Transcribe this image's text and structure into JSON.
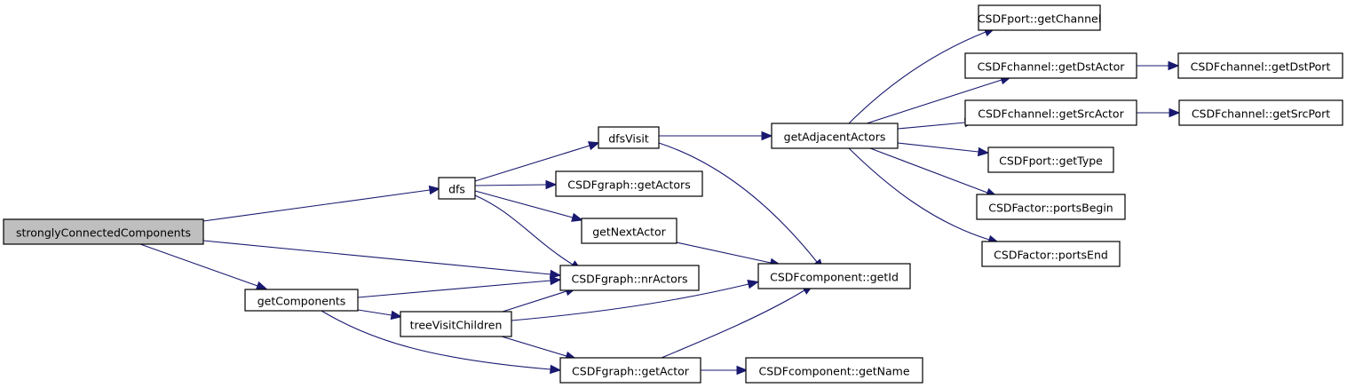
{
  "diagram": {
    "type": "call-graph",
    "edge_color": "#191970",
    "root_fill": "#bfbfbf",
    "node_fill": "#ffffff",
    "nodes": [
      {
        "id": "scc",
        "label": "stronglyConnectedComponents",
        "root": true
      },
      {
        "id": "dfs",
        "label": "dfs"
      },
      {
        "id": "dfsVisit",
        "label": "dfsVisit"
      },
      {
        "id": "getActors",
        "label": "CSDFgraph::getActors"
      },
      {
        "id": "getNextActor",
        "label": "getNextActor"
      },
      {
        "id": "nrActors",
        "label": "CSDFgraph::nrActors"
      },
      {
        "id": "getComponents",
        "label": "getComponents"
      },
      {
        "id": "treeVisitChildren",
        "label": "treeVisitChildren"
      },
      {
        "id": "getActor",
        "label": "CSDFgraph::getActor"
      },
      {
        "id": "getAdjacentActors",
        "label": "getAdjacentActors"
      },
      {
        "id": "getId",
        "label": "CSDFcomponent::getId"
      },
      {
        "id": "getName",
        "label": "CSDFcomponent::getName"
      },
      {
        "id": "getChannel",
        "label": "CSDFport::getChannel"
      },
      {
        "id": "getDstActor",
        "label": "CSDFchannel::getDstActor"
      },
      {
        "id": "getSrcActor",
        "label": "CSDFchannel::getSrcActor"
      },
      {
        "id": "getType",
        "label": "CSDFport::getType"
      },
      {
        "id": "portsBegin",
        "label": "CSDFactor::portsBegin"
      },
      {
        "id": "portsEnd",
        "label": "CSDFactor::portsEnd"
      },
      {
        "id": "getDstPort",
        "label": "CSDFchannel::getDstPort"
      },
      {
        "id": "getSrcPort",
        "label": "CSDFchannel::getSrcPort"
      }
    ],
    "edges": [
      {
        "from": "scc",
        "to": "dfs"
      },
      {
        "from": "scc",
        "to": "nrActors"
      },
      {
        "from": "scc",
        "to": "getComponents"
      },
      {
        "from": "dfs",
        "to": "dfsVisit"
      },
      {
        "from": "dfs",
        "to": "getActors"
      },
      {
        "from": "dfs",
        "to": "getNextActor"
      },
      {
        "from": "dfs",
        "to": "nrActors"
      },
      {
        "from": "dfsVisit",
        "to": "getAdjacentActors"
      },
      {
        "from": "dfsVisit",
        "to": "getId"
      },
      {
        "from": "getNextActor",
        "to": "getId"
      },
      {
        "from": "getComponents",
        "to": "nrActors"
      },
      {
        "from": "getComponents",
        "to": "treeVisitChildren"
      },
      {
        "from": "getComponents",
        "to": "getActor"
      },
      {
        "from": "treeVisitChildren",
        "to": "nrActors"
      },
      {
        "from": "treeVisitChildren",
        "to": "getId"
      },
      {
        "from": "treeVisitChildren",
        "to": "getActor"
      },
      {
        "from": "getActor",
        "to": "getId"
      },
      {
        "from": "getActor",
        "to": "getName"
      },
      {
        "from": "getAdjacentActors",
        "to": "getChannel"
      },
      {
        "from": "getAdjacentActors",
        "to": "getDstActor"
      },
      {
        "from": "getAdjacentActors",
        "to": "getSrcActor"
      },
      {
        "from": "getAdjacentActors",
        "to": "getType"
      },
      {
        "from": "getAdjacentActors",
        "to": "portsBegin"
      },
      {
        "from": "getAdjacentActors",
        "to": "portsEnd"
      },
      {
        "from": "getDstActor",
        "to": "getDstPort"
      },
      {
        "from": "getSrcActor",
        "to": "getSrcPort"
      }
    ]
  }
}
